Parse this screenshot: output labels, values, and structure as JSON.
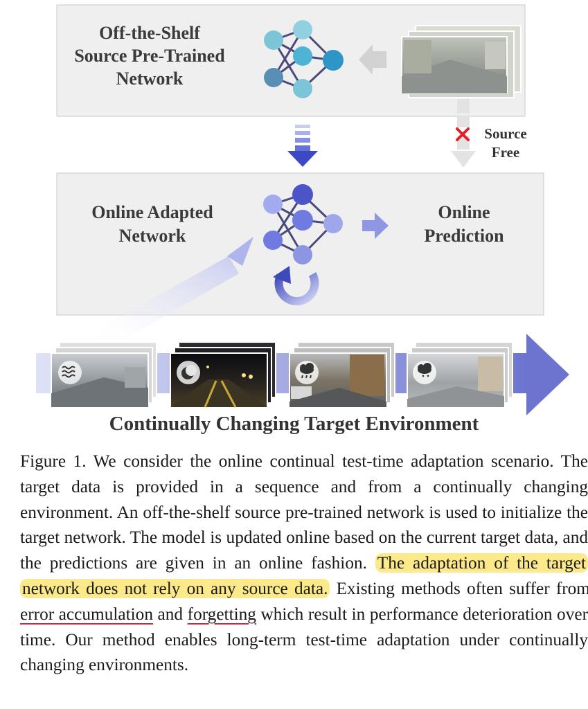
{
  "figure": {
    "top_box_label": "Off-the-Shelf Source Pre-Trained Network",
    "top_box_lines": [
      "Off-the-Shelf",
      "Source Pre-Trained",
      "Network"
    ],
    "source_free_lines": [
      "Source",
      "Free"
    ],
    "mid_box_lines": [
      "Online Adapted",
      "Network"
    ],
    "prediction_lines": [
      "Online",
      "Prediction"
    ],
    "environment_title": "Continually Changing Target Environment",
    "environment_icons": [
      "fog-icon",
      "night-moon-icon",
      "rain-cloud-icon",
      "snow-cloud-icon"
    ],
    "colors": {
      "source_nodes": [
        "#7cc4d8",
        "#4fb3d4",
        "#2d96c6",
        "#5a8fb5",
        "#90d0df"
      ],
      "adapted_nodes": [
        "#9ea7ea",
        "#4c55c8",
        "#6f7be0",
        "#8d96e3",
        "#a3abf0"
      ],
      "highlight": "#fce98a",
      "underline": "#d6243c",
      "cross": "#e0202a"
    }
  },
  "caption": {
    "part1": "Figure 1.  We consider the online continual test-time adaptation scenario.  The target data is provided in a sequence and from a continually changing environment.  An off-the-shelf source pre-trained network is used to initialize the target network. The model is updated online based on the current target data, and the predictions are given in an online fashion. ",
    "highlight": "The adaptation of the target network does not rely on any source data.",
    "part2": " Existing methods often suffer from ",
    "underline1": "error accumulation",
    "part3": " and ",
    "underline2": "forgetting",
    "part4": " which result in performance deterioration over time.  Our method enables long-term test-time adaptation under continually changing environments."
  }
}
